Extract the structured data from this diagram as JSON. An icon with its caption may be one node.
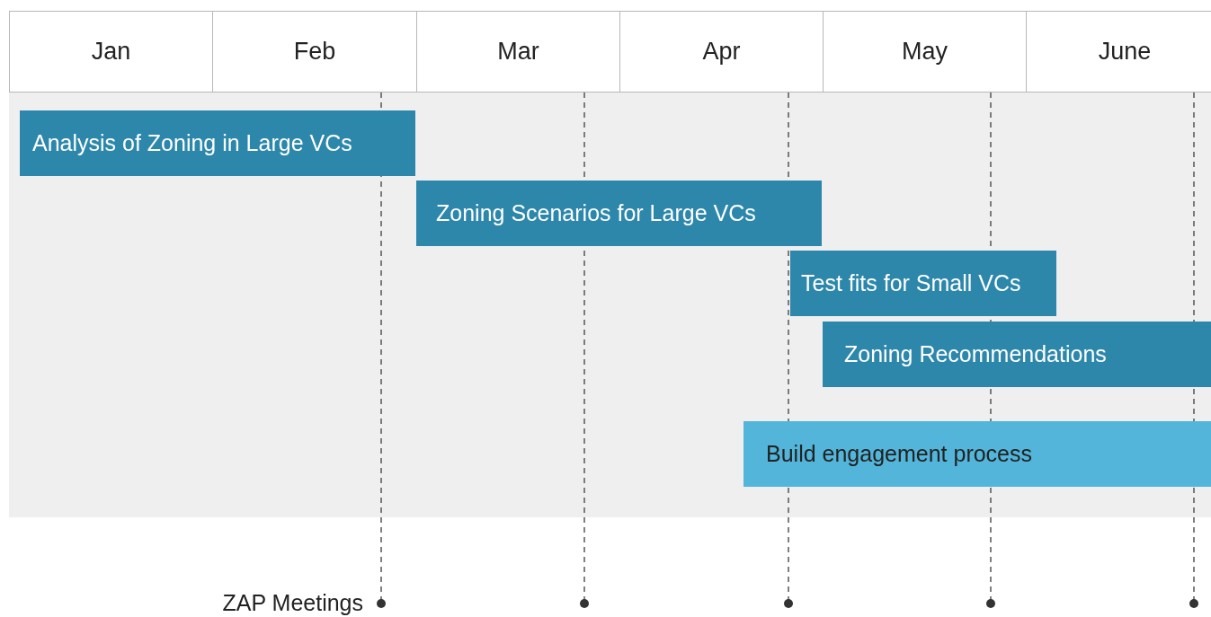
{
  "diagram": {
    "nodes": [
      {
        "text": [
          "Jan"
        ]
      },
      {
        "text": [
          "Feb"
        ]
      },
      {
        "text": [
          "Mar"
        ]
      },
      {
        "text": [
          "Apr"
        ]
      },
      {
        "text": [
          "May"
        ]
      },
      {
        "text": [
          "June"
        ]
      },
      {
        "text": [
          "Analysis of Zoning in Large VCs"
        ]
      },
      {
        "text": [
          "Zoning Scenarios for Large VCs"
        ]
      },
      {
        "text": [
          "Test fits for Small VCs"
        ]
      },
      {
        "text": [
          "Zoning Recommendations"
        ]
      },
      {
        "text": [
          "Build engagement process"
        ]
      }
    ],
    "labels": [
      "ZAP Meetings"
    ]
  }
}
